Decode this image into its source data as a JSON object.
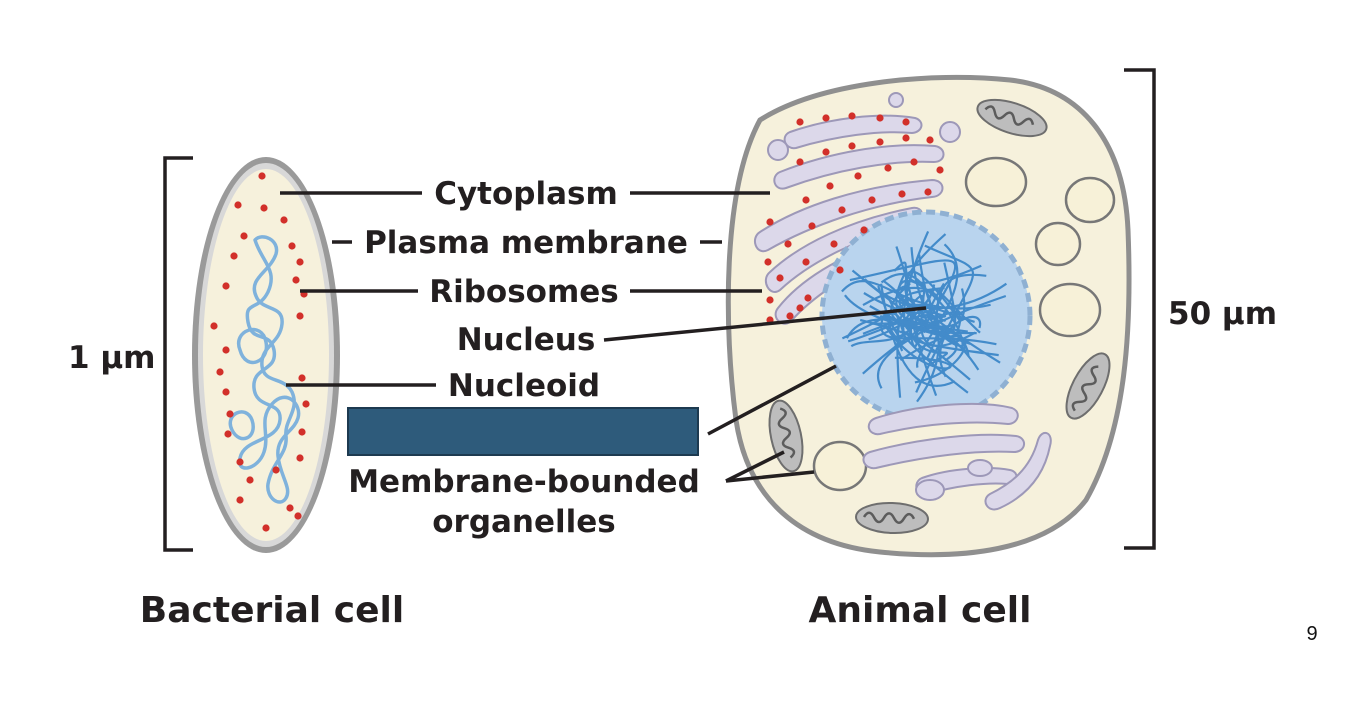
{
  "labels": {
    "cytoplasm": "Cytoplasm",
    "plasma_membrane": "Plasma membrane",
    "ribosomes": "Ribosomes",
    "nucleus": "Nucleus",
    "nucleoid": "Nucleoid",
    "membrane_bounded_line1": "Membrane-bounded",
    "membrane_bounded_line2": "organelles"
  },
  "scales": {
    "bacterial": "1 μm",
    "animal": "50 μm"
  },
  "titles": {
    "bacterial": "Bacterial cell",
    "animal": "Animal cell"
  },
  "hidden_label_box": {
    "color": "#2e5b7b"
  },
  "page_number": "9",
  "colors": {
    "cytoplasm": "#f6f1dc",
    "membrane": "#8f8f8f",
    "ribosome": "#d2302a",
    "nucleoid": "#7fb2dc",
    "nucleus_fill": "#b9d4ee",
    "chromatin": "#2f7fc4",
    "organelle_fill": "#dcd8ea",
    "organelle_stroke": "#9d98b8",
    "mitochondrion": "#8a8a8a",
    "text": "#231f20"
  }
}
